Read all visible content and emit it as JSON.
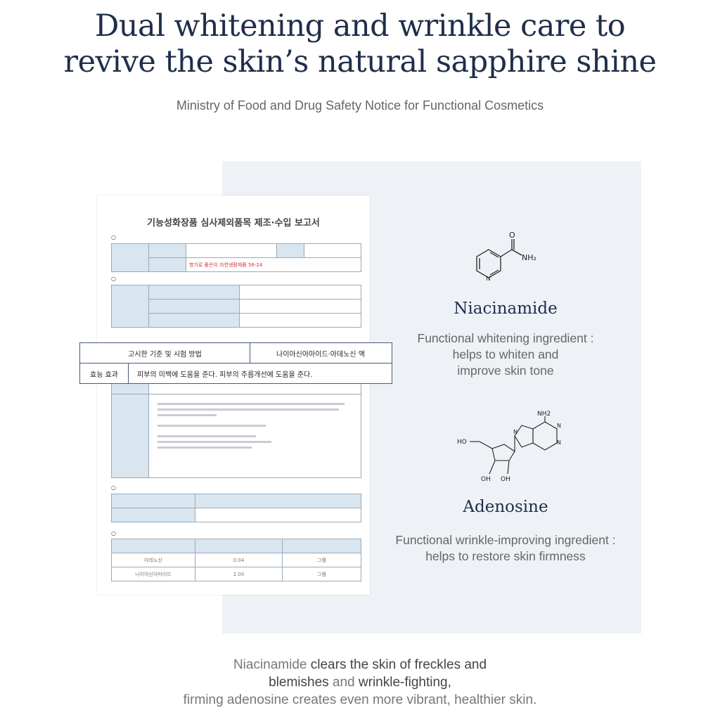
{
  "header": {
    "title_line1": "Dual whitening and wrinkle care to",
    "title_line2": "revive the skin’s natural sapphire shine",
    "subtitle": "Ministry of Food and Drug Safety Notice for Functional Cosmetics"
  },
  "report": {
    "title": "기능성화장품 심사제외품목 제조·수입 보고서",
    "highlight_value": "향기로 좋은이 자연생활제품 56-24",
    "quantity_rows": [
      {
        "name": "아데노신",
        "amount": "0.04",
        "unit": "그램"
      },
      {
        "name": "나이아신아마이드",
        "amount": "2.00",
        "unit": "그램"
      }
    ]
  },
  "overlay": {
    "row1_label": "고시한 기준 및 시험 방법",
    "row1_value": "나이아신아마이드·아데노신 액",
    "row2_label": "효능 효과",
    "row2_value": "피부의 미백에 도움을 준다. 피부의 주름개선에 도움을 준다."
  },
  "ingredients": [
    {
      "name": "Niacinamide",
      "desc_line1": "Functional whitening ingredient :",
      "desc_line2": "helps to whiten and",
      "desc_line3": "improve skin tone",
      "structure_labels": {
        "o": "O",
        "nh2": "NH₂",
        "n": "N"
      }
    },
    {
      "name": "Adenosine",
      "desc_line1": "Functional wrinkle-improving ingredient :",
      "desc_line2": "helps to restore skin firmness",
      "structure_labels": {
        "nh2": "NH2",
        "n": "N",
        "ho": "HO",
        "oh": "OH"
      }
    }
  ],
  "footer": {
    "l1_a": "Niacinamide ",
    "l1_b": "clears the skin of freckles and",
    "l2_a": "blemishes",
    "l2_b": " and ",
    "l2_c": "wrinkle-fighting,",
    "l3": "firming adenosine creates even more vibrant, healthier skin."
  }
}
